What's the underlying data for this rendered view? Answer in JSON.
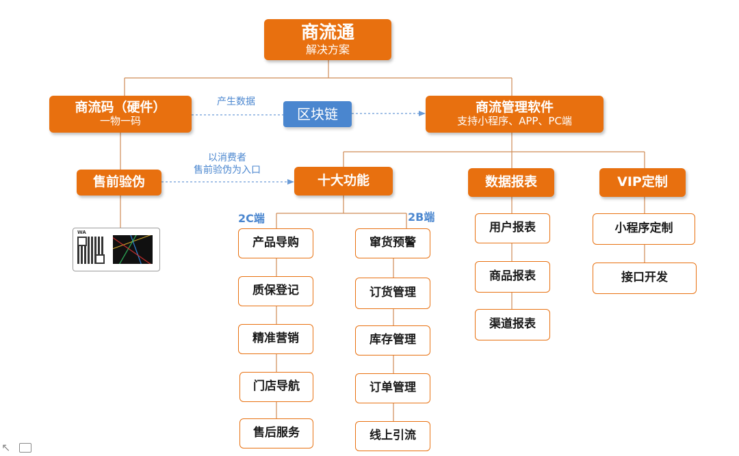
{
  "root": {
    "title": "商流通",
    "subtitle": "解决方案"
  },
  "hardware": {
    "title": "商流码（硬件）",
    "subtitle": "一物一码"
  },
  "blockchain": {
    "label": "区块链"
  },
  "software": {
    "title": "商流管理软件",
    "subtitle": "支持小程序、APP、PC端"
  },
  "edge_labels": {
    "generate_data": "产生数据",
    "consumer_line1": "以消费者",
    "consumer_line2": "售前验伪为入口"
  },
  "presale": {
    "label": "售前验伪"
  },
  "ten_functions": {
    "label": "十大功能"
  },
  "data_reports": {
    "label": "数据报表"
  },
  "vip_custom": {
    "label": "VIP定制"
  },
  "side_labels": {
    "two_c": "2C端",
    "two_b": "2B端"
  },
  "c_functions": [
    "产品导购",
    "质保登记",
    "精准营销",
    "门店导航",
    "售后服务"
  ],
  "b_functions": [
    "窜货预警",
    "订货管理",
    "库存管理",
    "订单管理",
    "线上引流"
  ],
  "reports": [
    "用户报表",
    "商品报表",
    "渠道报表"
  ],
  "vip_items": [
    "小程序定制",
    "接口开发"
  ],
  "colors": {
    "primary": "#e8700f",
    "blue": "#4a86cf",
    "line": "#d9a27a"
  }
}
